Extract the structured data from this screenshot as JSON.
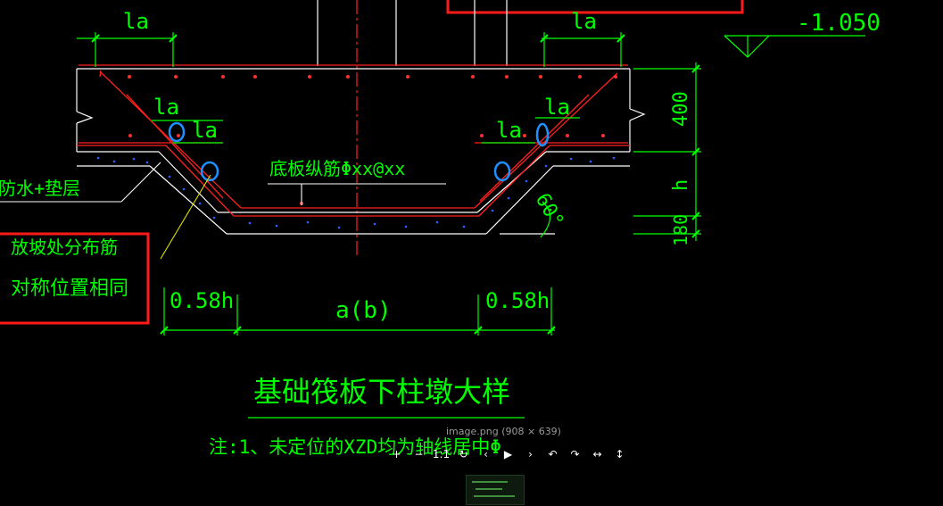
{
  "dims": {
    "la_top_left": "la",
    "la_top_right": "la",
    "la_slope_left_1": "la",
    "la_slope_left_2": "la",
    "la_slope_right_1": "la",
    "la_slope_right_2": "la",
    "elevation": "-1.050",
    "h400": "400",
    "h": "h",
    "h180": "180",
    "angle": "60°",
    "dim_058h_left": "0.58h",
    "dim_ab": "a(b)",
    "dim_058h_right": "0.58h"
  },
  "labels": {
    "waterproof": "防水+垫层",
    "bottom_rebar": "底板纵筋Φxx@xx",
    "note_box_line1": "放坡处分布筋",
    "note_box_line2": "对称位置相同",
    "title": "基础筏板下柱墩大样",
    "note": "注:1、未定位的XZD均为轴线居中Φ"
  },
  "viewer": {
    "caption": "image.png (908 × 639)",
    "toolbar": [
      {
        "name": "zoom-in-button",
        "glyph": "+"
      },
      {
        "name": "zoom-out-button",
        "glyph": "−"
      },
      {
        "name": "actual-size-button",
        "glyph": "1:1"
      },
      {
        "name": "reset-button",
        "glyph": "↻"
      },
      {
        "name": "prev-button",
        "glyph": "‹"
      },
      {
        "name": "play-button",
        "glyph": "▶"
      },
      {
        "name": "next-button",
        "glyph": "›"
      },
      {
        "name": "rotate-left-button",
        "glyph": "↶"
      },
      {
        "name": "rotate-right-button",
        "glyph": "↷"
      },
      {
        "name": "flip-horizontal-button",
        "glyph": "↔"
      },
      {
        "name": "flip-vertical-button",
        "glyph": "↕"
      }
    ]
  },
  "colors": {
    "background": "#000000",
    "green": "#00ff00",
    "white": "#ffffff",
    "red": "#ff0000",
    "blue": "#1e90ff",
    "yellow": "#ffff00"
  }
}
